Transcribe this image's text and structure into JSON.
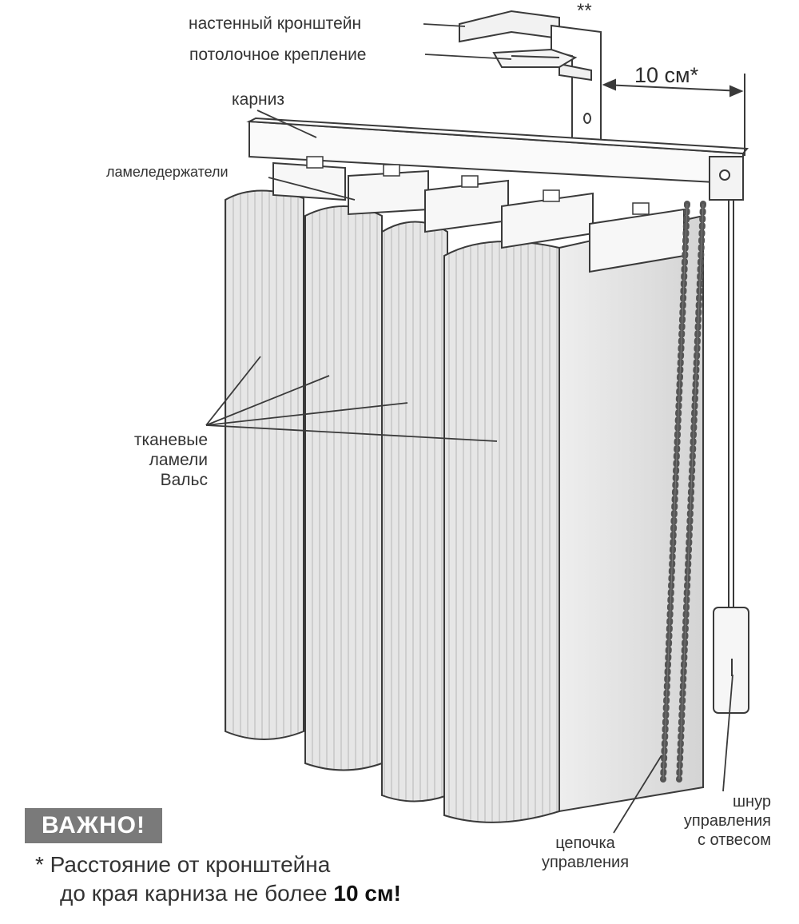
{
  "labels": {
    "wall_bracket": "настенный кронштейн",
    "ceiling_mount": "потолочное крепление",
    "cornice": "карниз",
    "slat_holders": "ламеледержатели",
    "fabric_slats": "тканевые\nламели\nВальс",
    "control_chain": "цепочка\nуправления",
    "control_cord": "шнур\nуправления\nс отвесом",
    "dimension": "10 см*",
    "double_asterisk": "**"
  },
  "notice": {
    "badge": "ВАЖНО!",
    "line1": "* Расстояние от кронштейна",
    "line2_prefix": "до края карниза не более ",
    "line2_bold": "10 см!"
  },
  "colors": {
    "line": "#3a3a3a",
    "slat_fill": "#e3e3e3",
    "slat_stripe": "#cfcfcf",
    "badge_bg": "#7a7a7a"
  }
}
